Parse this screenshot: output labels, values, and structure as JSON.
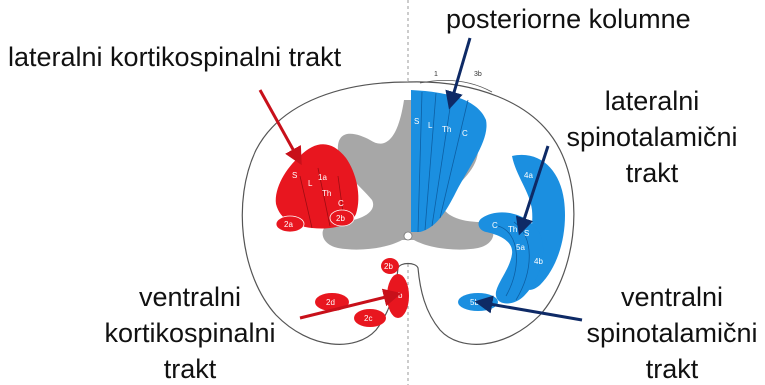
{
  "labels": {
    "posterior_columns": "posteriorne kolumne",
    "lateral_corticospinal": "lateralni kortikospinalni trakt",
    "lateral_spinothalamic": [
      "lateralni",
      "spinotalamični",
      "trakt"
    ],
    "ventral_corticospinal": [
      "ventralni",
      "kortikospinalni",
      "trakt"
    ],
    "ventral_spinothalamic": [
      "ventralni",
      "spinotalamični",
      "trakt"
    ]
  },
  "tract_markers": {
    "lateral_corticospinal": [
      "S",
      "L",
      "1a",
      "Th",
      "C",
      "2a",
      "2b"
    ],
    "ventral_corticospinal": [
      "2b",
      "b",
      "2d",
      "2c"
    ],
    "posterior_columns": [
      "S",
      "L",
      "Th",
      "C",
      "1",
      "3b"
    ],
    "lateral_spinothalamic": [
      "4a",
      "C",
      "Th",
      "S",
      "5a",
      "4b"
    ],
    "ventral_spinothalamic": [
      "5b"
    ]
  },
  "colors": {
    "motor": "#e8161f",
    "sensory": "#1b8fe0",
    "gray_matter": "#a7a7a7",
    "red_arrow": "#c8101a",
    "blue_arrow": "#0e2a66"
  }
}
